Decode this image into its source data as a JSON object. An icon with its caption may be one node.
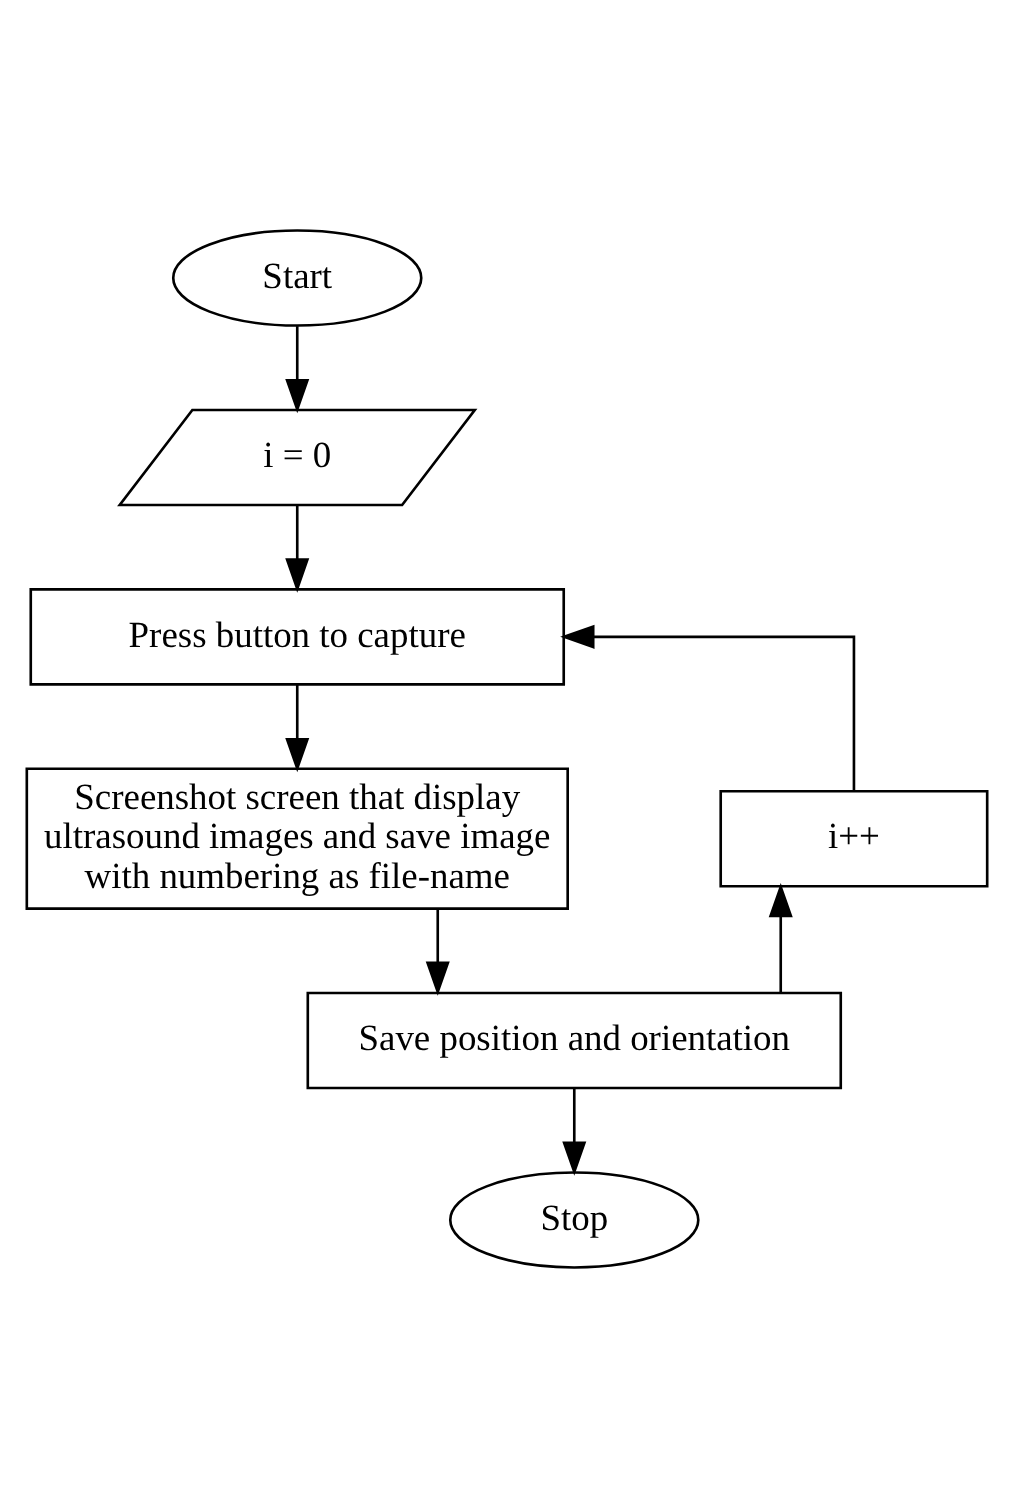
{
  "diagram": {
    "nodes": [
      {
        "text": [
          "Start"
        ]
      },
      {
        "text": [
          "i = 0"
        ]
      },
      {
        "text": [
          "Press button to capture"
        ]
      },
      {
        "text": [
          "Screenshot screen that display ultrasound images and save image with numbering as file-name"
        ]
      },
      {
        "text": [
          "Save position and orientation"
        ]
      },
      {
        "text": [
          "i++"
        ]
      },
      {
        "text": [
          "Stop"
        ]
      }
    ],
    "edges": [
      {
        "from": 0,
        "to": 1,
        "arrow": "to"
      },
      {
        "from": 1,
        "to": 2,
        "arrow": "to"
      },
      {
        "from": 2,
        "to": 3,
        "arrow": "to"
      },
      {
        "from": 3,
        "to": 4,
        "arrow": "to"
      },
      {
        "from": 4,
        "to": 5,
        "arrow": "to"
      },
      {
        "from": 5,
        "to": 2,
        "arrow": "to"
      },
      {
        "from": 4,
        "to": 6,
        "arrow": "to"
      }
    ]
  }
}
